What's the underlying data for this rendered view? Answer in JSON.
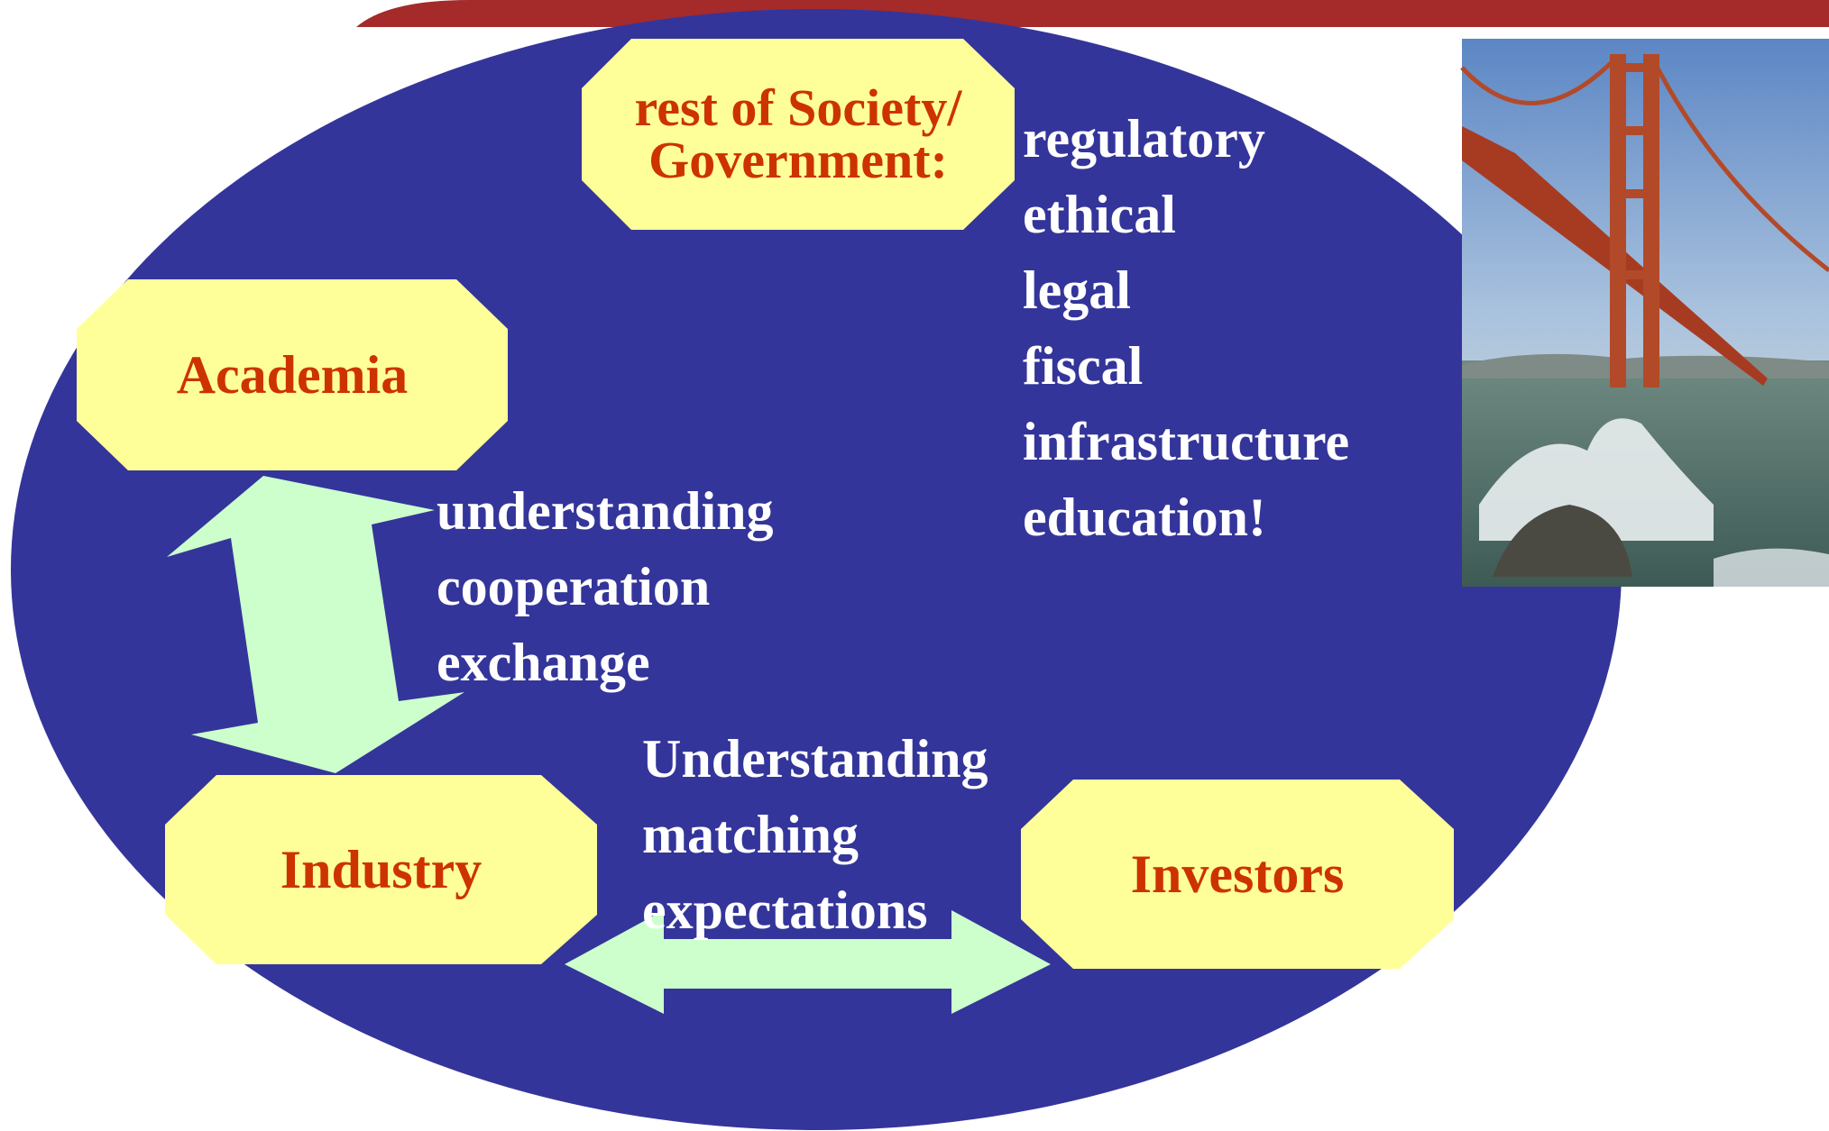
{
  "colors": {
    "ellipse": "#34359a",
    "box_fill": "#ffff99",
    "box_text": "#cc3300",
    "arrow_fill": "#ccffcc",
    "list_text": "#ffffff",
    "top_banner": "#a52a2a"
  },
  "nodes": {
    "government": "rest of Society/\nGovernment:",
    "academia": "Academia",
    "industry": "Industry",
    "investors": "Investors"
  },
  "government_roles": [
    "regulatory",
    "ethical",
    "legal",
    "fiscal",
    "infrastructure",
    "education!"
  ],
  "academia_industry_links": [
    "understanding",
    "cooperation",
    "exchange"
  ],
  "industry_investor_links": [
    "Understanding",
    "matching",
    "expectations"
  ],
  "photo": {
    "subject": "golden-gate-bridge"
  }
}
